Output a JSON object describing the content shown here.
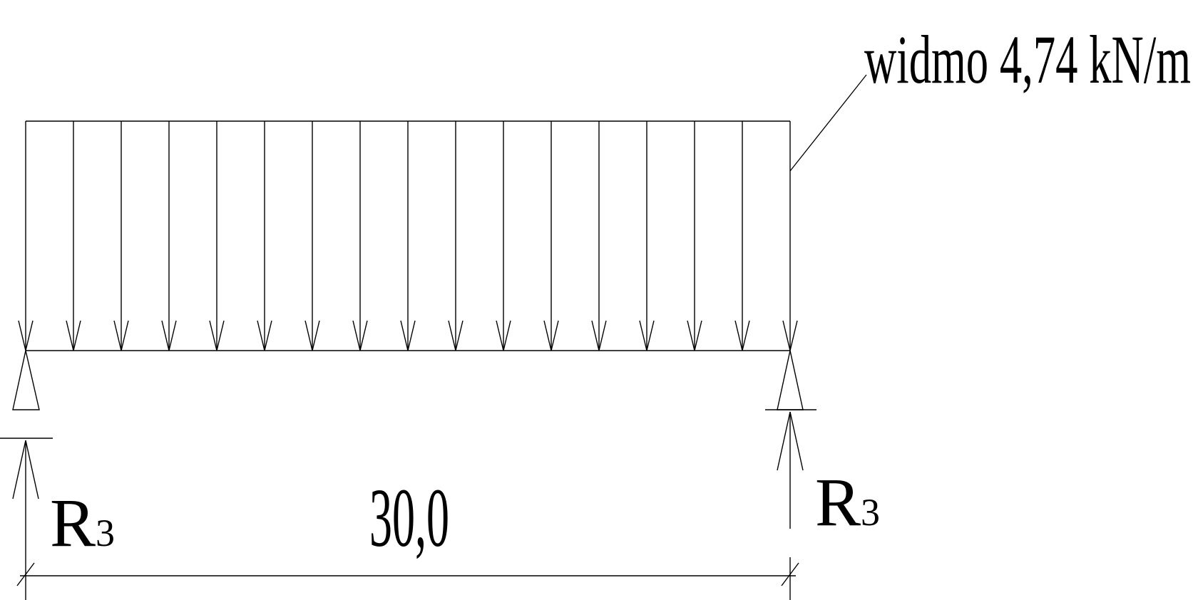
{
  "load": {
    "label": "widmo 4,74 kN/m"
  },
  "reactions": {
    "left": {
      "letter": "R",
      "subscript": "3"
    },
    "right": {
      "letter": "R",
      "subscript": "3"
    }
  },
  "dimension": {
    "span": "30,0"
  },
  "colors": {
    "line": "#000000",
    "background": "#ffffff"
  }
}
